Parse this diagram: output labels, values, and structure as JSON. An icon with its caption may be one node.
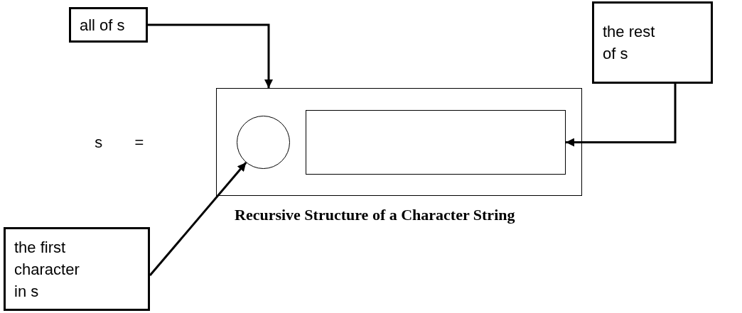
{
  "diagram": {
    "caption": "Recursive Structure of a Character String",
    "nodes": [
      {
        "text": [
          "all of s"
        ]
      },
      {
        "text": [],
        "shape": "box"
      },
      {
        "text": [],
        "shape": "circle",
        "in": 1
      },
      {
        "text": [],
        "shape": "box",
        "in": 1
      },
      {
        "text": [
          "the rest of s"
        ]
      },
      {
        "text": [
          "the first character in s"
        ]
      }
    ],
    "edges": [
      {
        "from": 0,
        "to": 1,
        "arrow": "to"
      },
      {
        "from": 4,
        "to": 3,
        "arrow": "to"
      },
      {
        "from": 5,
        "to": 2,
        "arrow": "to"
      }
    ],
    "labels": [
      "s ="
    ]
  }
}
